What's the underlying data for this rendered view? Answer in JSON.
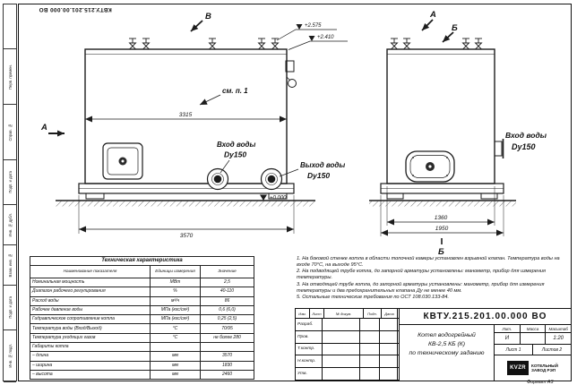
{
  "sheet": {
    "stamp_top": "КВТУ.215.201.00.000 ВО",
    "format_note": "Формат А3",
    "frame_left_labels": [
      "",
      "Перв. примен.",
      "Справ. №",
      "Подп. и дата",
      "Инв. № дубл.",
      "Взам. инв. №",
      "Подп. и дата",
      "Инв. № подл."
    ]
  },
  "drawing": {
    "marks": {
      "v": "В",
      "a_left": "А",
      "a_top": "А",
      "b_top": "Б",
      "b_bottom": "Б"
    },
    "see_note": "см. п. 1",
    "levels": {
      "top": "+2.575",
      "mid": "+2.410",
      "zero": "+0.000"
    },
    "dims": {
      "front_width": "3315",
      "front_base": "3570",
      "side_width": "1360",
      "side_base": "1950"
    },
    "ports": {
      "inlet_front_label": "Вход воды",
      "inlet_front_size": "Dy150",
      "outlet_front_label": "Выход воды",
      "outlet_front_size": "Dy150",
      "inlet_side_label": "Вход воды",
      "inlet_side_size": "Dy150"
    }
  },
  "tech_table": {
    "title": "Техническая характеристика",
    "col_name": "Наименование показателя",
    "col_units": "Единицы измерения",
    "col_value": "Значение",
    "rows": [
      {
        "name": "Номинальная мощность",
        "units": "МВт",
        "value": "2,5"
      },
      {
        "name": "Диапазон рабочего регулирования",
        "units": "%",
        "value": "40-110"
      },
      {
        "name": "Расход воды",
        "units": "м³/ч",
        "value": "86"
      },
      {
        "name": "Рабочее давление воды",
        "units": "МПа (кгс/см²)",
        "value": "0,6 (6,0)"
      },
      {
        "name": "Гидравлическое сопротивление котла",
        "units": "МПа (кгс/см²)",
        "value": "0,25 (2,5)"
      },
      {
        "name": "Температура воды (Вход/Выход)",
        "units": "°С",
        "value": "70/95"
      },
      {
        "name": "Температура уходящих газов",
        "units": "°С",
        "value": "не более 280"
      },
      {
        "name": "Габариты котла",
        "units": "",
        "value": ""
      },
      {
        "name": "– длина",
        "units": "мм",
        "value": "3570"
      },
      {
        "name": "– ширина",
        "units": "мм",
        "value": "1830"
      },
      {
        "name": "– высота",
        "units": "мм",
        "value": "2460"
      }
    ]
  },
  "notes": {
    "items": [
      "1.  На боковой стенке котла в области топочной камеры установлен взрывной клапан. Температура воды на входе 70°С, на выходе 95°С.",
      "2.  На подводящей трубе котла, до запорной арматуры установлены: манометр, прибор для измерения температуры.",
      "3.  На отводящей трубе котла, до запорной арматуры установлены: манометр, прибор для измерения температуры и два предохранительных клапана Ду не менее 40 мм.",
      "5.  Остальные технические требования по ОСТ 108.030.133-84."
    ]
  },
  "title_block": {
    "doc_number": "КВТУ.215.201.00.000 ВО",
    "product_title_lines": [
      "Котел водогрейный",
      "КВ-2,5 КБ (К)",
      "по техническому заданию"
    ],
    "header_cols": [
      "Изм.",
      "Лист",
      "№ докум.",
      "Подп.",
      "Дата"
    ],
    "roles": [
      "Разраб.",
      "Пров.",
      "Т.контр.",
      "Н.контр.",
      "Утв."
    ],
    "lit": {
      "label": "Лит.",
      "value": "И"
    },
    "mass": {
      "label": "Масса",
      "value": ""
    },
    "scale": {
      "label": "Масштаб",
      "value": "1:20"
    },
    "sheet": "Лист 1",
    "sheets": "Листов 2",
    "logo_text": "KVZR",
    "company_lines": [
      "КОТЕЛЬНЫЙ",
      "ЗАВОД РЭП"
    ]
  }
}
